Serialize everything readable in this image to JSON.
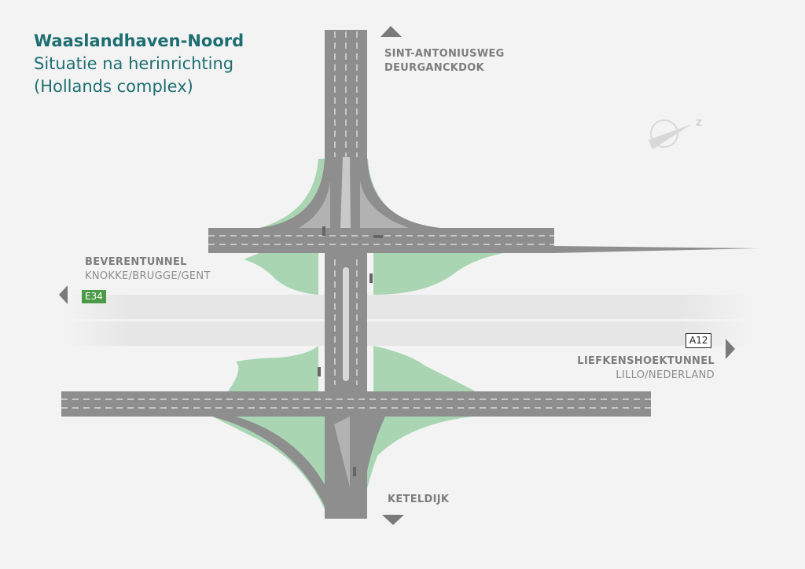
{
  "title": {
    "main": "Waaslandhaven-Noord",
    "line2": "Situatie na herinrichting",
    "line3": "(Hollands complex)"
  },
  "directions": {
    "north": {
      "line1": "SINT-ANTONIUSWEG",
      "line2": "DEURGANCKDOK"
    },
    "west": {
      "line1": "BEVERENTUNNEL",
      "line2": "KNOKKE/BRUGGE/GENT",
      "shield": "E34"
    },
    "east": {
      "line1": "LIEFKENSHOEKTUNNEL",
      "line2": "LILLO/NEDERLAND",
      "shield": "A12"
    },
    "south": {
      "line1": "KETELDIJK"
    }
  },
  "compass": {
    "label": "Z"
  },
  "colors": {
    "title": "#1d6e72",
    "road": "#8e8e8e",
    "green": "#a9d5b3",
    "e34": "#4a9a48"
  }
}
